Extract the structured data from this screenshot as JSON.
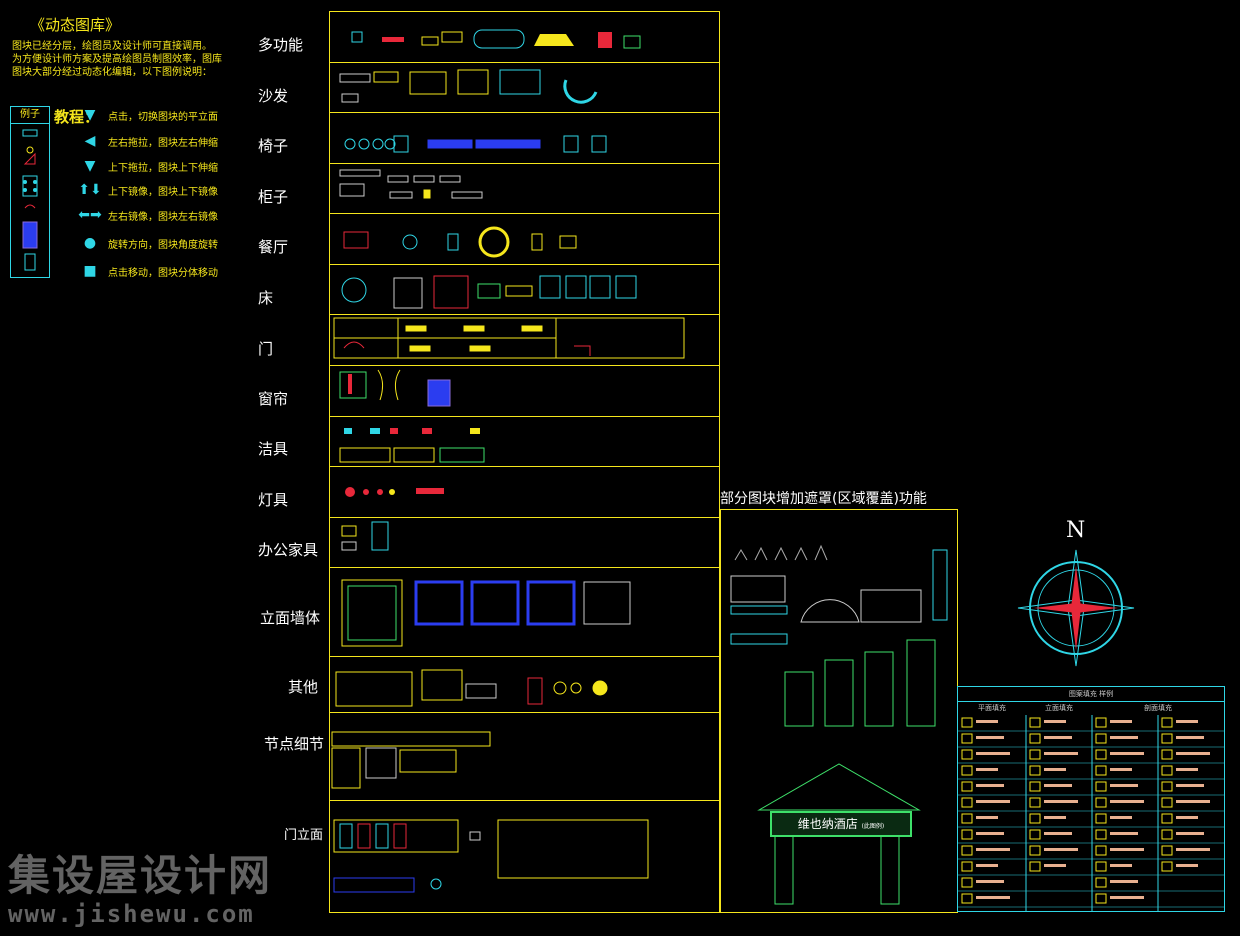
{
  "panel": {
    "title": "《动态图库》",
    "desc": [
      "图块已经分层，绘图员及设计师可直接调用。",
      "为方便设计师方案及提高绘图员制图效率，图库",
      "图块大部分经过动态化编辑，以下图例说明："
    ],
    "legend_header": "例子",
    "tutorial_title": "教程：",
    "tutorial": [
      {
        "icon": "triangle-down-icon",
        "glyph": "▼",
        "text": "点击，切换图块的平立面"
      },
      {
        "icon": "triangle-left-icon",
        "glyph": "◀",
        "text": "左右拖拉，图块左右伸缩"
      },
      {
        "icon": "triangle-down-icon",
        "glyph": "▼",
        "text": "上下拖拉，图块上下伸缩"
      },
      {
        "icon": "arrows-updown-icon",
        "glyph": "⬆⬇",
        "text": "上下镜像，图块上下镜像"
      },
      {
        "icon": "arrows-leftright-icon",
        "glyph": "⬅➡",
        "text": "左右镜像，图块左右镜像"
      },
      {
        "icon": "circle-icon",
        "glyph": "●",
        "text": "旋转方向，图块角度旋转"
      },
      {
        "icon": "square-icon",
        "glyph": "■",
        "text": "点击移动，图块分体移动"
      }
    ]
  },
  "categories": [
    {
      "label": "多功能"
    },
    {
      "label": "沙发"
    },
    {
      "label": "椅子"
    },
    {
      "label": "柜子"
    },
    {
      "label": "餐厅"
    },
    {
      "label": "床"
    },
    {
      "label": "门"
    },
    {
      "label": "窗帘"
    },
    {
      "label": "洁具"
    },
    {
      "label": "灯具"
    },
    {
      "label": "办公家具"
    },
    {
      "label": "立面墙体"
    },
    {
      "label": "其他"
    },
    {
      "label": "节点细节"
    },
    {
      "label": "门立面"
    }
  ],
  "mask_feature": {
    "title": "部分图块增加遮罩(区域覆盖)功能",
    "hotel_sign": "维也纳酒店",
    "hotel_sign_sub": "(此图例)"
  },
  "compass": {
    "north": "N"
  },
  "fill_table": {
    "title": "图案填充 样例",
    "headers": [
      "平面填充",
      "立面填充",
      "剖面填充"
    ]
  },
  "watermark": {
    "line1": "集设屋设计网",
    "line2": "www.jishewu.com"
  },
  "colors": {
    "frame": "#f5e61c",
    "cyan": "#2fd6e6",
    "red": "#e8283a",
    "green": "#3ee06a",
    "blue": "#2b3df0"
  }
}
